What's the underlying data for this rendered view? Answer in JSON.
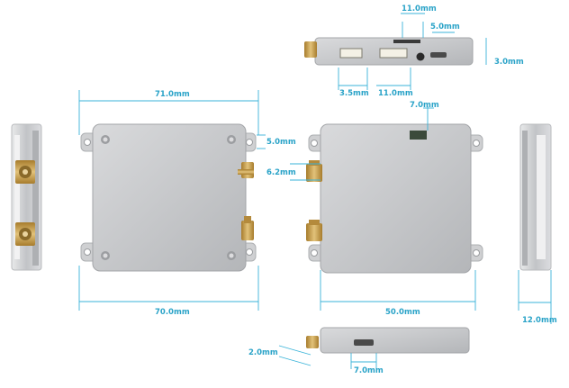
{
  "dimensions": {
    "top_width_11": "11.0mm",
    "top_5": "5.0mm",
    "top_3": "3.0mm",
    "top_3_5": "3.5mm",
    "top_11_b": "11.0mm",
    "back_width": "71.0mm",
    "back_5": "5.0mm",
    "back_70": "70.0mm",
    "front_7": "7.0mm",
    "front_6_2": "6.2mm",
    "front_50": "50.0mm",
    "side_12": "12.0mm",
    "bottom_2": "2.0mm",
    "bottom_7": "7.0mm"
  },
  "colors": {
    "dimension": "#2aa3c8",
    "aluminum": "#c8c9cb",
    "brass": "#c9a04a"
  }
}
